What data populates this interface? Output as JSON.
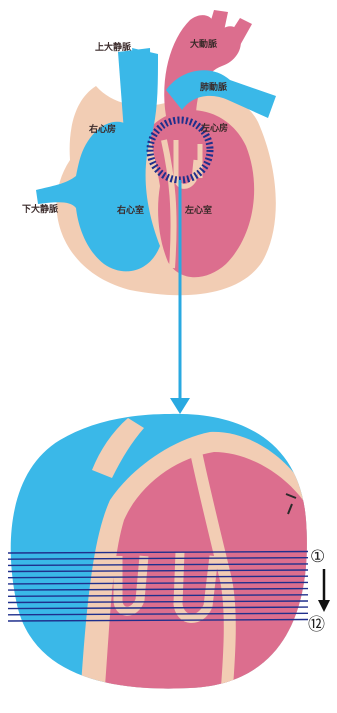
{
  "labels": {
    "svc": "上大静脈",
    "aorta": "大動脈",
    "pa": "肺動脈",
    "ra": "右心房",
    "la": "左心房",
    "ivc": "下大静脈",
    "rv": "右心室",
    "lv": "左心室"
  },
  "markers": {
    "first": "①",
    "last": "⑫"
  },
  "slice_lines": {
    "count": 12
  },
  "colors": {
    "venous_blue": "#3ab8e8",
    "arterial_pink": "#dc6e8e",
    "tissue_beige": "#f2cdb4",
    "line_navy": "#1f2f8c",
    "arrow_cyan": "#29a9e1"
  }
}
